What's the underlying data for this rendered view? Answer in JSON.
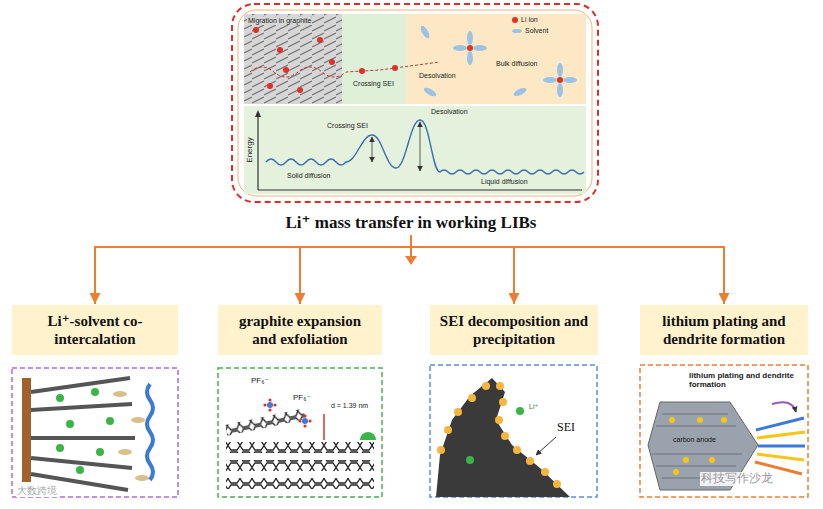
{
  "diagram": {
    "nodes": [
      {
        "text": [
          "Li⁺ mass transfer in working LIBs"
        ]
      },
      {
        "text": [
          "Li⁺-solvent co-intercalation"
        ]
      },
      {
        "text": [
          "graphite expansion and exfoliation"
        ]
      },
      {
        "text": [
          "SEI decomposition and precipitation"
        ]
      },
      {
        "text": [
          "lithium plating and dendrite formation"
        ]
      }
    ],
    "edges": [
      {
        "from": 0,
        "to": 1,
        "arrow": "to"
      },
      {
        "from": 0,
        "to": 2,
        "arrow": "to"
      },
      {
        "from": 0,
        "to": 3,
        "arrow": "to"
      },
      {
        "from": 0,
        "to": 4,
        "arrow": "to"
      }
    ],
    "labels": [
      "Migration in graphite",
      "Crossing SEI",
      "Desolvation",
      "Bulk diffusion",
      "Energy",
      "Crossing SEI",
      "Desolvation",
      "Solid diffusion",
      "Liquid diffusion",
      "PF₆⁻",
      "PF₆⁻",
      "d = 1.39 nm",
      "SEI",
      "Li⁺",
      "lithium plating and dendrite formation",
      "carbon anode",
      "大数跨境",
      "科技写作沙龙"
    ],
    "legend": [
      {
        "text": "Li ion",
        "color": "#e0302a"
      },
      {
        "text": "Solvent",
        "color": "#9cc3e6"
      }
    ]
  }
}
